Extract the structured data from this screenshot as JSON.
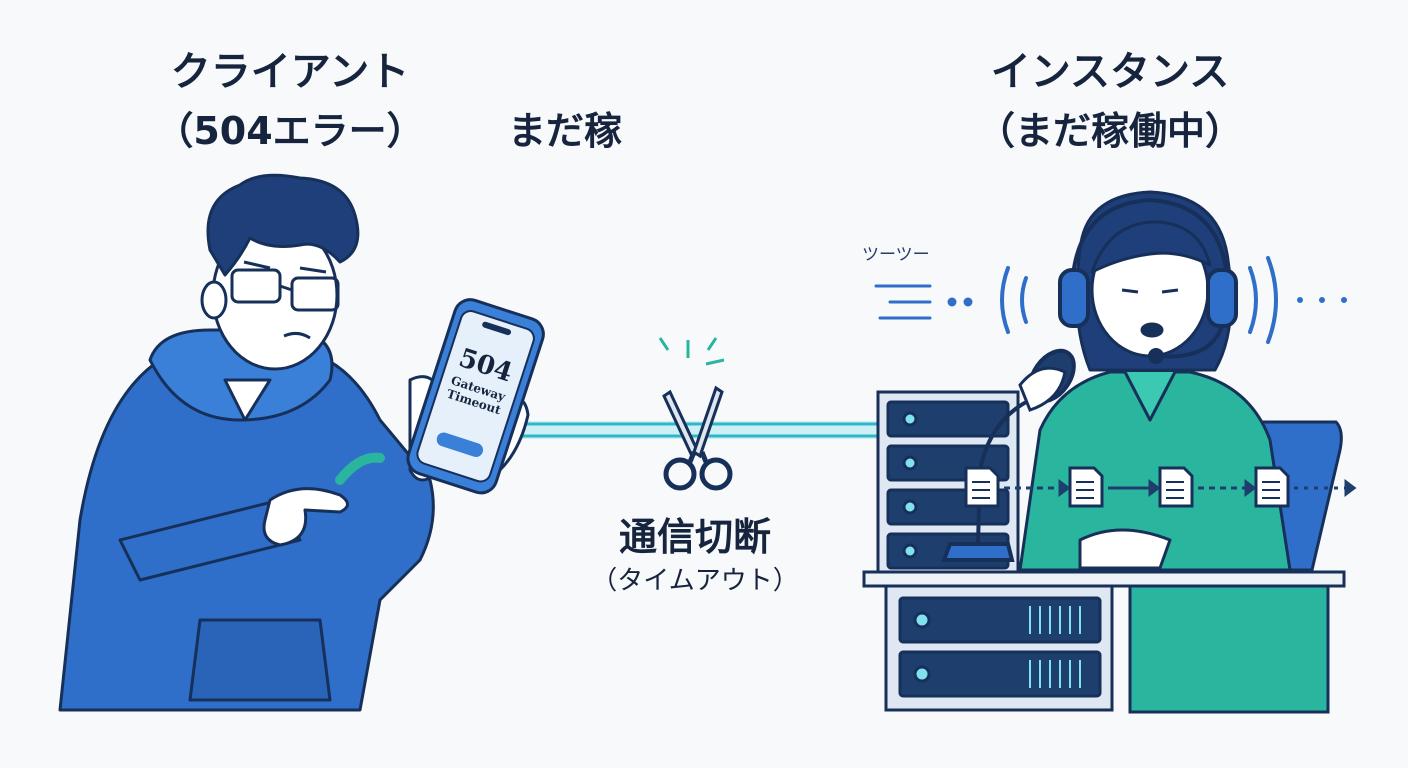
{
  "client": {
    "title": "クライアント",
    "subtitle": "（504エラー）"
  },
  "middle_title": "まだ稼",
  "instance": {
    "title": "インスタンス",
    "subtitle": "（まだ稼働中）"
  },
  "connection": {
    "title": "通信切断",
    "subtitle": "（タイムアウト）"
  },
  "tone_text": "ツーツー",
  "phone": {
    "code": "504",
    "line1": "Gateway",
    "line2": "Timeout"
  },
  "colors": {
    "client_blue": "#2f6fc9",
    "instance_teal": "#2ab59e",
    "outline": "#17305a",
    "cable_glow": "#7fe2ee",
    "server_navy": "#1e3f6e"
  },
  "icons": [
    "scissors-icon",
    "document-icon",
    "headset-icon",
    "microphone-icon",
    "smartphone-icon"
  ]
}
